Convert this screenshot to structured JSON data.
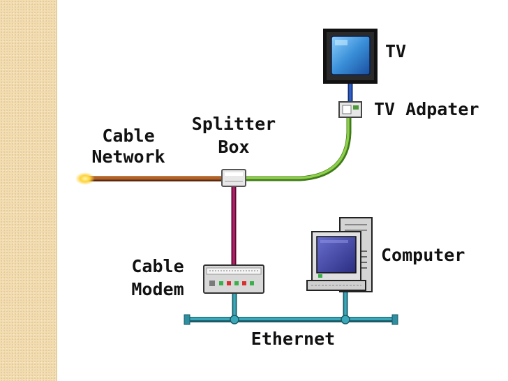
{
  "labels": {
    "cable_network_line1": "Cable",
    "cable_network_line2": "Network",
    "splitter_line1": "Splitter",
    "splitter_line2": "Box",
    "tv": "TV",
    "tv_adapter": "TV Adpater",
    "cable_modem_line1": "Cable",
    "cable_modem_line2": "Modem",
    "computer": "Computer",
    "ethernet": "Ethernet"
  },
  "colors": {
    "background_strip": "#f2dcae",
    "cable_network_line": "#a0521e",
    "cable_glow": "#ffd23a",
    "tv_line": "#7fc23b",
    "modem_line": "#a0185a",
    "ethernet_line": "#2f8fa0",
    "tv_screen": "#3a8fd8",
    "computer_screen": "#3b3f9a",
    "adapter_line": "#1f4fa8"
  }
}
